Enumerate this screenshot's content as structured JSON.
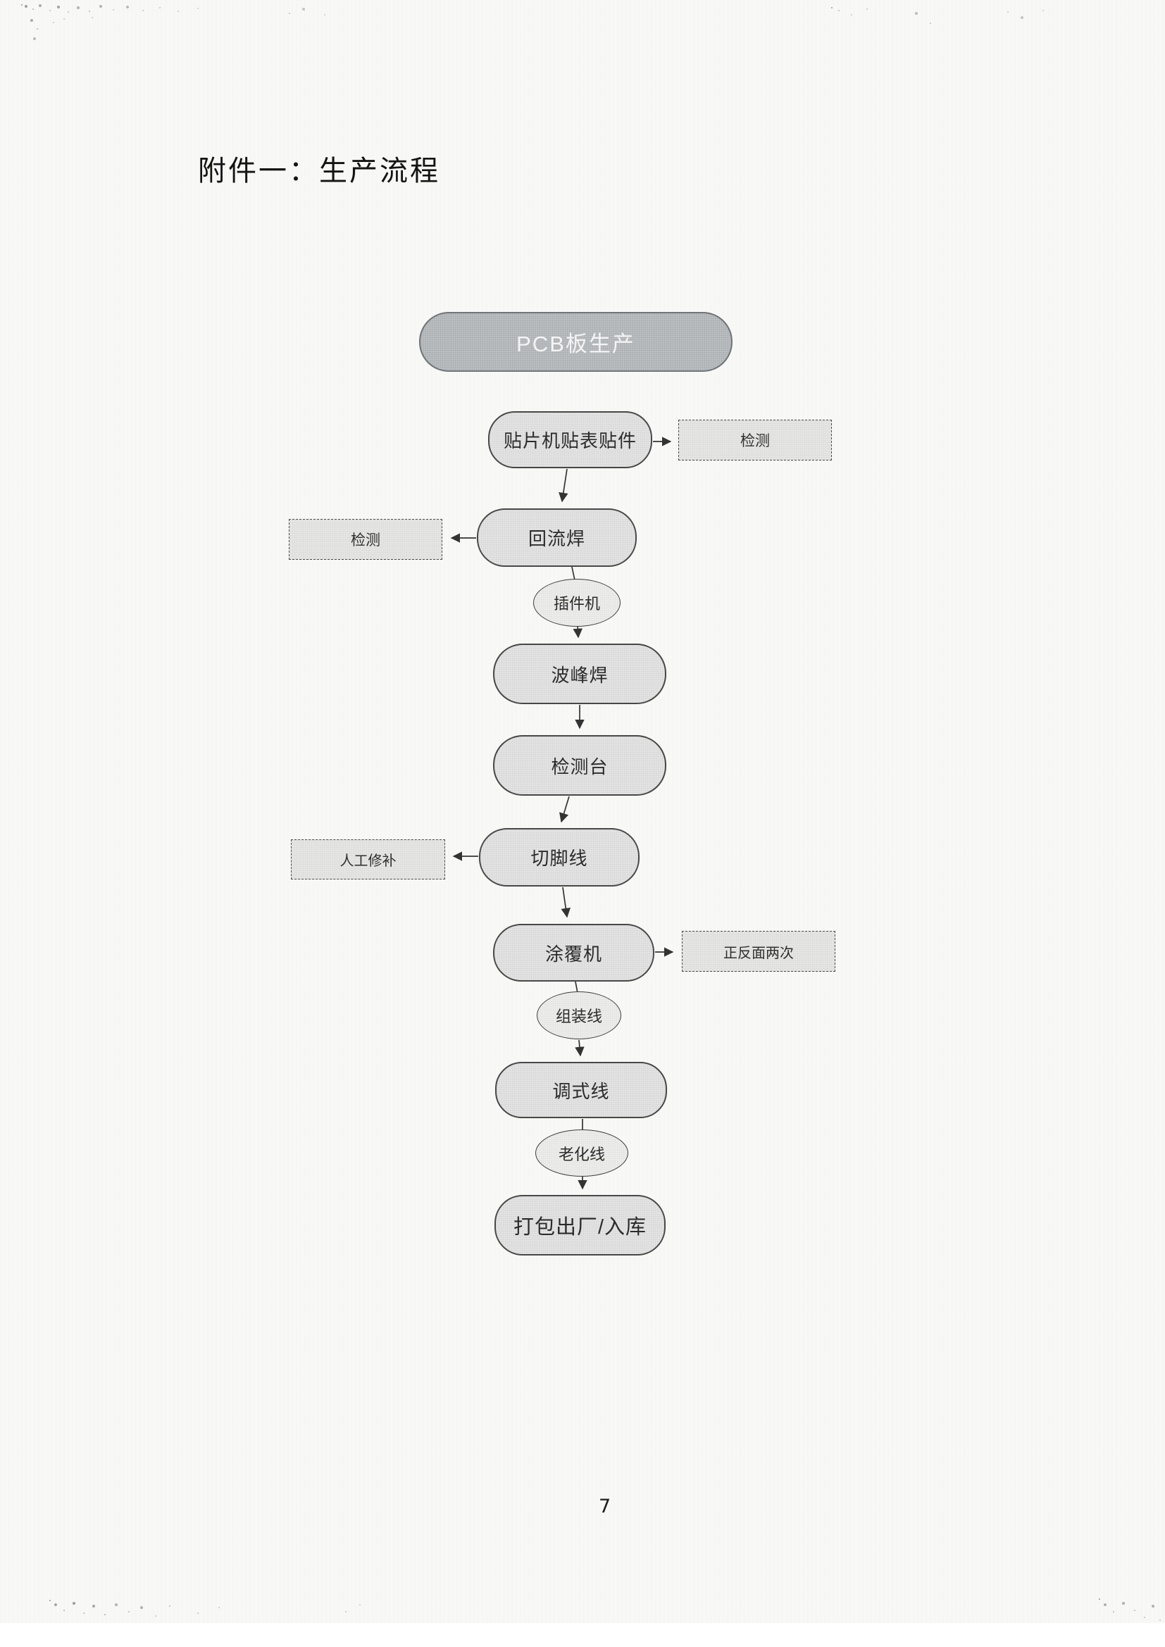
{
  "page": {
    "title": "附件一：生产流程",
    "page_number": "7"
  },
  "colors": {
    "page_bg": "#f8f8f6",
    "start_fill": "#bcc0c3",
    "start_border": "#6e7478",
    "start_text": "#f4f4f4",
    "node_fill": "#e3e4e3",
    "node_border": "#474747",
    "node_text": "#2b2b2b",
    "dashed_fill": "#e6e6e4",
    "dashed_border": "#4a4a4a",
    "arrow": "#333333"
  },
  "flowchart": {
    "nodes": {
      "start": {
        "label": "PCB板生产"
      },
      "smt": {
        "label": "贴片机贴表贴件"
      },
      "inspect_right": {
        "label": "检测"
      },
      "reflow": {
        "label": "回流焊"
      },
      "inspect_left": {
        "label": "检测"
      },
      "inserter": {
        "label": "插件机"
      },
      "wave_solder": {
        "label": "波峰焊"
      },
      "test_bench": {
        "label": "检测台"
      },
      "pin_cutting": {
        "label": "切脚线"
      },
      "manual_repair": {
        "label": "人工修补"
      },
      "coating": {
        "label": "涂覆机"
      },
      "both_sides": {
        "label": "正反面两次"
      },
      "assembly_line": {
        "label": "组装线"
      },
      "debug_line": {
        "label": "调式线"
      },
      "aging_line": {
        "label": "老化线"
      },
      "packing": {
        "label": "打包出厂/入库"
      }
    }
  }
}
